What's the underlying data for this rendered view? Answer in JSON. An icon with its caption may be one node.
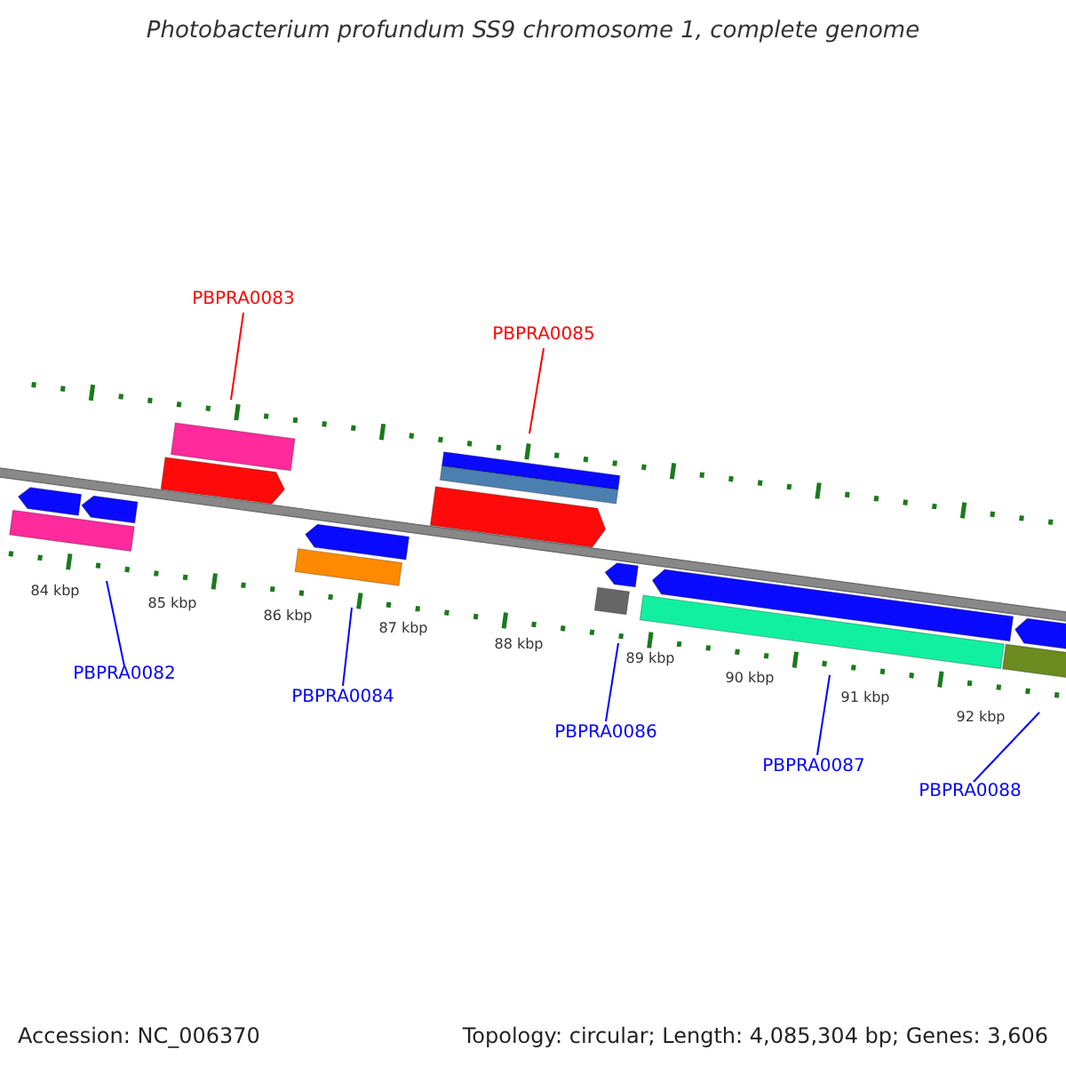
{
  "diagram": {
    "title": "Photobacterium profundum SS9 chromosome 1, complete genome",
    "nodes": [
      {
        "text": [
          "PBPRA0083"
        ]
      },
      {
        "text": [],
        "shape": "bar"
      },
      {
        "text": [
          "PBPRA0085"
        ]
      },
      {
        "text": [],
        "shape": "bar"
      },
      {
        "text": [
          "PBPRA0082"
        ]
      },
      {
        "text": [],
        "shape": "bar"
      },
      {
        "text": [
          "PBPRA0084"
        ]
      },
      {
        "text": [],
        "shape": "bar"
      },
      {
        "text": [
          "PBPRA0086"
        ]
      },
      {
        "text": [],
        "shape": "bar"
      },
      {
        "text": [
          "PBPRA0087"
        ]
      },
      {
        "text": [],
        "shape": "bar"
      },
      {
        "text": [
          "PBPRA0088"
        ]
      },
      {
        "text": [],
        "shape": "bar"
      }
    ],
    "edges": [
      {
        "from": 0,
        "to": 1,
        "arrow": "none",
        "color": "#ff0000"
      },
      {
        "from": 2,
        "to": 3,
        "arrow": "none",
        "color": "#ff0000"
      },
      {
        "from": 4,
        "to": 5,
        "arrow": "none"
      },
      {
        "from": 6,
        "to": 7,
        "arrow": "none"
      },
      {
        "from": 8,
        "to": 9,
        "arrow": "none"
      },
      {
        "from": 10,
        "to": 11,
        "arrow": "none"
      },
      {
        "from": 12,
        "to": 13,
        "arrow": "none"
      }
    ],
    "labels": [
      "84 kbp",
      "85 kbp",
      "86 kbp",
      "87 kbp",
      "88 kbp",
      "89 kbp",
      "90 kbp",
      "91 kbp",
      "92 kbp",
      "Accession: NC_006370",
      "Topology: circular; Length: 4,085,304 bp; Genes: 3,606"
    ]
  }
}
